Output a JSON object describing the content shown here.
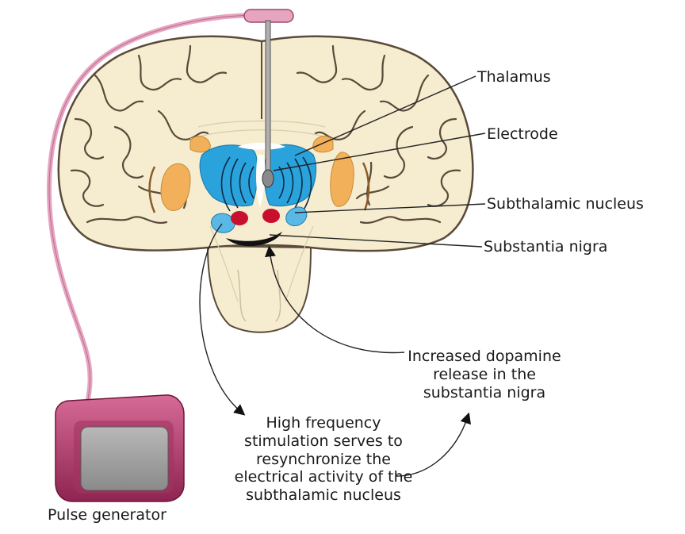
{
  "labels": {
    "thalamus": "Thalamus",
    "electrode": "Electrode",
    "subthalamic_nucleus": "Subthalamic nucleus",
    "substantia_nigra": "Substantia nigra",
    "pulse_generator": "Pulse generator",
    "dopamine": [
      "Increased dopamine",
      "release in the",
      "substantia nigra"
    ],
    "stimulation": [
      "High frequency",
      "stimulation serves to",
      "resynchronize the",
      "electrical activity of the",
      "subthalamic nucleus"
    ]
  },
  "colors": {
    "brain_fill": "#f6ecd0",
    "brain_outline": "#5a4a3a",
    "thalamus_blue": "#2aa3dc",
    "nucleus_red": "#c8102e",
    "putamen_orange": "#f3b05a",
    "lead_pink": "#e7a4c0",
    "device_magenta": "#b03a66",
    "device_screen": "#9b9b9b",
    "substantia_black": "#111111"
  }
}
